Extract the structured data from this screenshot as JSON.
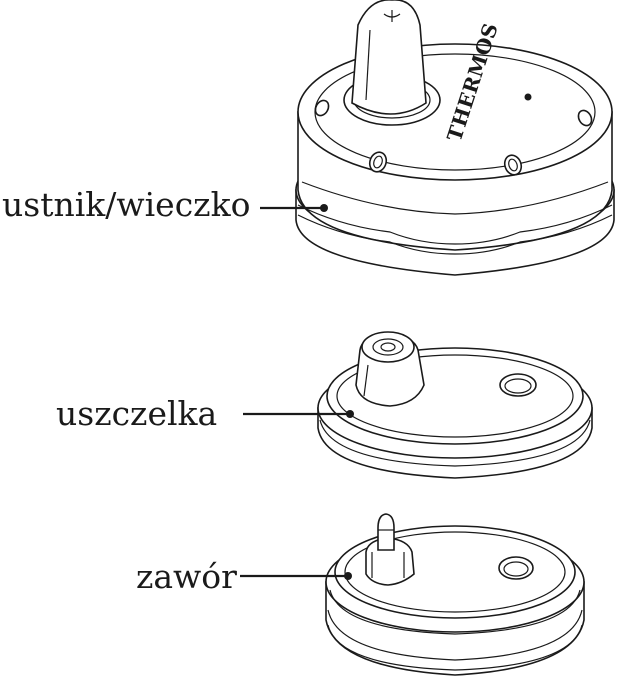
{
  "parts": [
    {
      "id": "lid",
      "label": "ustnik/wieczko"
    },
    {
      "id": "seal",
      "label": "uszczelka"
    },
    {
      "id": "valve",
      "label": "zawór"
    }
  ],
  "logo": {
    "text": "THERMOS",
    "icon": "brand-logo"
  },
  "colors": {
    "line": "#1a1a1a",
    "background": "#ffffff"
  }
}
